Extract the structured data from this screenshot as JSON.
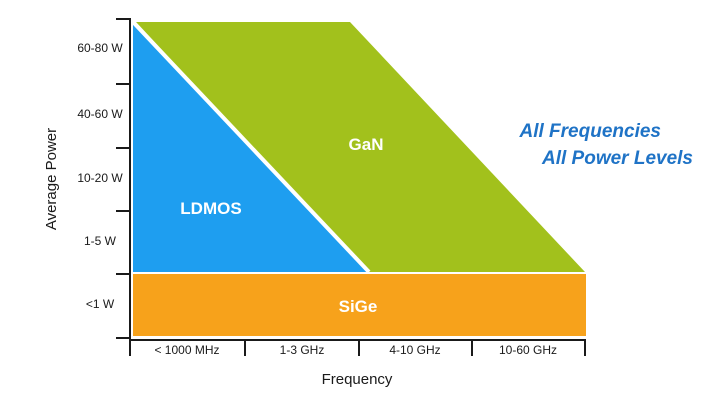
{
  "axes": {
    "y_title": "Average Power",
    "x_title": "Frequency",
    "y_ticks": [
      "60-80 W",
      "40-60 W",
      "10-20 W",
      "1-5 W",
      "<1 W"
    ],
    "x_ticks": [
      "< 1000 MHz",
      "1-3 GHz",
      "4-10 GHz",
      "10-60 GHz"
    ]
  },
  "regions": {
    "gan": {
      "label": "GaN",
      "color": "#a2c11c"
    },
    "ldmos": {
      "label": "LDMOS",
      "color": "#1e9ef0"
    },
    "sige": {
      "label": "SiGe",
      "color": "#f7a21b"
    }
  },
  "tagline": {
    "line1": "All Frequencies",
    "line2": "All Power Levels",
    "color": "#1f73c6"
  }
}
